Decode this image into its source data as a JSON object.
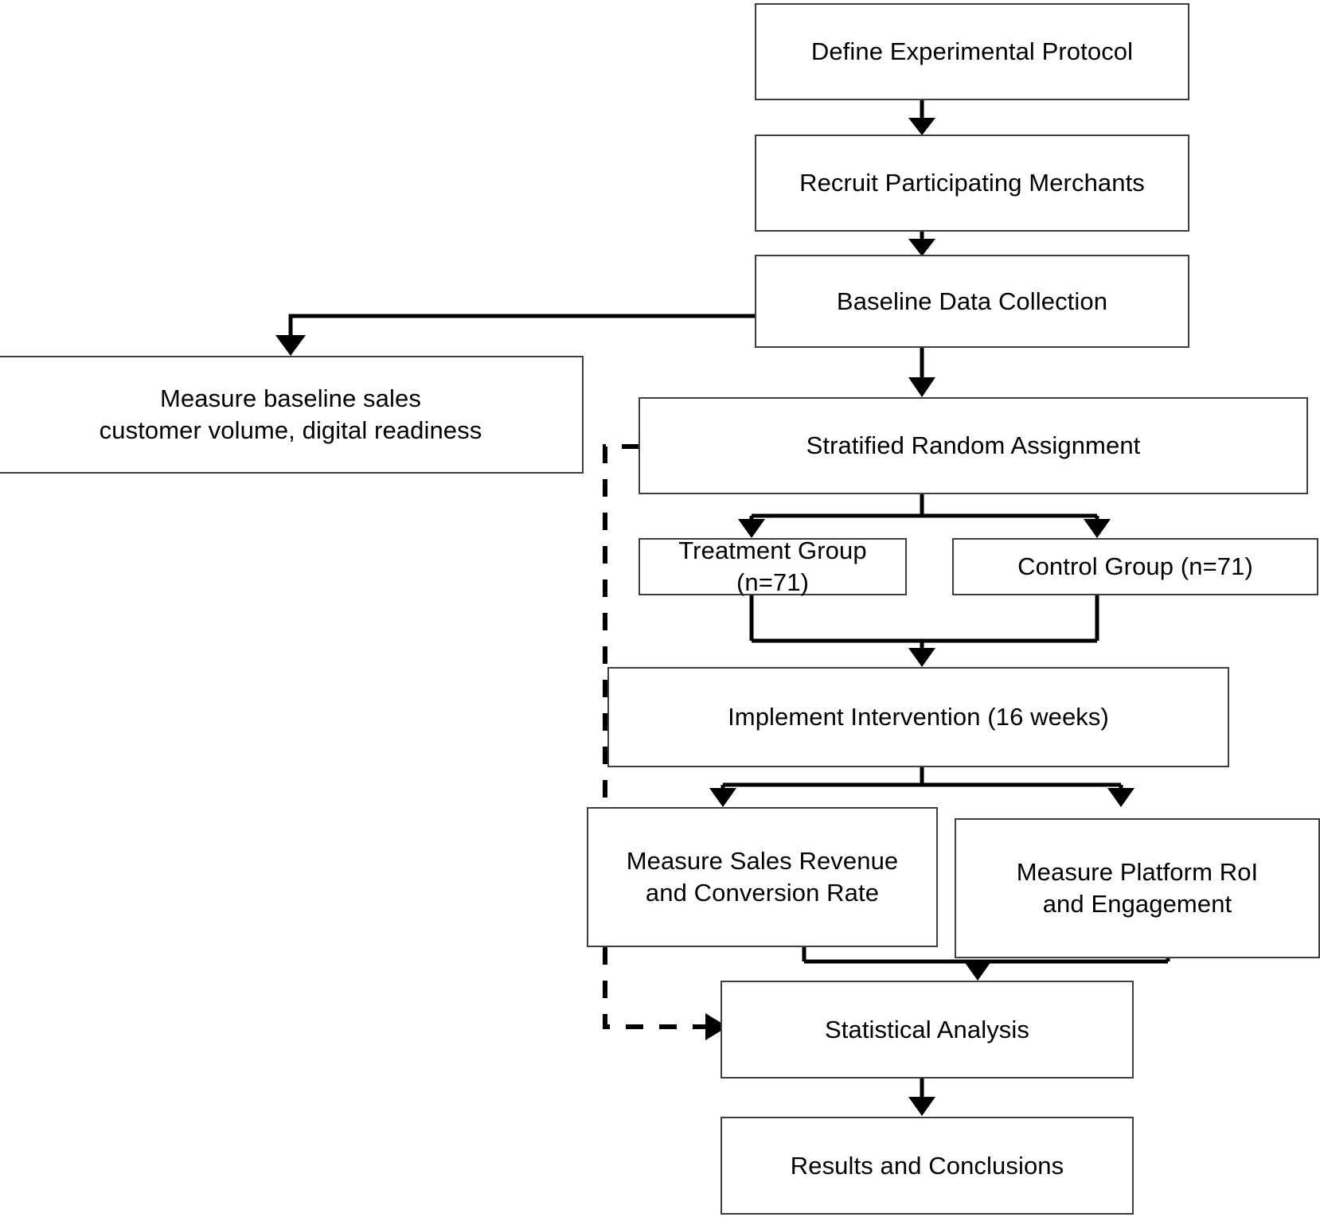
{
  "diagram": {
    "title": "Experimental Protocol Flowchart",
    "background_color": "#ffffff",
    "box_border_color": "#3f3f3f",
    "connector_color": "#000000",
    "text_color": "#000000",
    "nodes": [
      {
        "id": "define-protocol",
        "label": "Define Experimental Protocol"
      },
      {
        "id": "recruit-merchants",
        "label": "Recruit Participating Merchants"
      },
      {
        "id": "baseline-collection",
        "label": "Baseline Data Collection"
      },
      {
        "id": "measure-baseline",
        "label": "Measure baseline sales\ncustomer volume, digital readiness"
      },
      {
        "id": "stratified-random",
        "label": "Stratified Random Assignment"
      },
      {
        "id": "treatment-group",
        "label": "Treatment Group (n=71)"
      },
      {
        "id": "control-group",
        "label": "Control Group (n=71)"
      },
      {
        "id": "implement-intervention",
        "label": "Implement Intervention (16 weeks)"
      },
      {
        "id": "measure-sales",
        "label": "Measure Sales Revenue\nand Conversion Rate"
      },
      {
        "id": "measure-platform",
        "label": "Measure Platform RoI\nand Engagement"
      },
      {
        "id": "statistical-analysis",
        "label": "Statistical Analysis"
      },
      {
        "id": "results-conclusions",
        "label": "Results and Conclusions"
      }
    ],
    "edges": [
      {
        "from": "define-protocol",
        "to": "recruit-merchants",
        "style": "solid"
      },
      {
        "from": "recruit-merchants",
        "to": "baseline-collection",
        "style": "solid"
      },
      {
        "from": "baseline-collection",
        "to": "measure-baseline",
        "style": "solid"
      },
      {
        "from": "baseline-collection",
        "to": "stratified-random",
        "style": "solid"
      },
      {
        "from": "stratified-random",
        "to": "treatment-group",
        "style": "solid"
      },
      {
        "from": "stratified-random",
        "to": "control-group",
        "style": "solid"
      },
      {
        "from": "treatment-group",
        "to": "implement-intervention",
        "style": "solid"
      },
      {
        "from": "control-group",
        "to": "implement-intervention",
        "style": "solid"
      },
      {
        "from": "implement-intervention",
        "to": "measure-sales",
        "style": "solid"
      },
      {
        "from": "implement-intervention",
        "to": "measure-platform",
        "style": "solid"
      },
      {
        "from": "measure-sales",
        "to": "statistical-analysis",
        "style": "solid"
      },
      {
        "from": "measure-platform",
        "to": "statistical-analysis",
        "style": "solid"
      },
      {
        "from": "stratified-random",
        "to": "statistical-analysis",
        "style": "dashed"
      },
      {
        "from": "statistical-analysis",
        "to": "results-conclusions",
        "style": "solid"
      }
    ]
  }
}
